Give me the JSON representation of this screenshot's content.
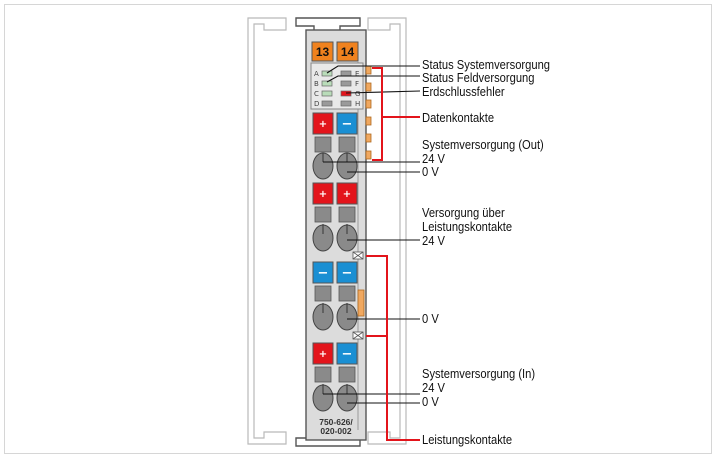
{
  "terminal_numbers": [
    "13",
    "14"
  ],
  "led_letters_left": [
    "A",
    "B",
    "C",
    "D"
  ],
  "led_letters_right": [
    "E",
    "F",
    "G",
    "H"
  ],
  "part_number_line1": "750-626/",
  "part_number_line2": "020-002",
  "colors": {
    "orange": "#f0821e",
    "red": "#e3141b",
    "blue": "#1a8fd3",
    "grey_body": "#d9d9d9",
    "grey_block": "#8a8a8a",
    "bracket_red": "#e3141b"
  },
  "labels": {
    "status_system": "Status Systemversorgung",
    "status_field": "Status Feldversorgung",
    "earth_fault": "Erdschlussfehler",
    "data_contacts": "Datenkontakte",
    "system_out": "Systemversorgung (Out)",
    "system_out_24v": "24 V",
    "system_out_0v": "0 V",
    "supply_via_1": "Versorgung über",
    "supply_via_2": "Leistungskontakte",
    "supply_via_24v": "24 V",
    "mid_0v": "0 V",
    "system_in": "Systemversorgung (In)",
    "system_in_24v": "24 V",
    "system_in_0v": "0 V",
    "power_contacts": "Leistungskontakte"
  }
}
